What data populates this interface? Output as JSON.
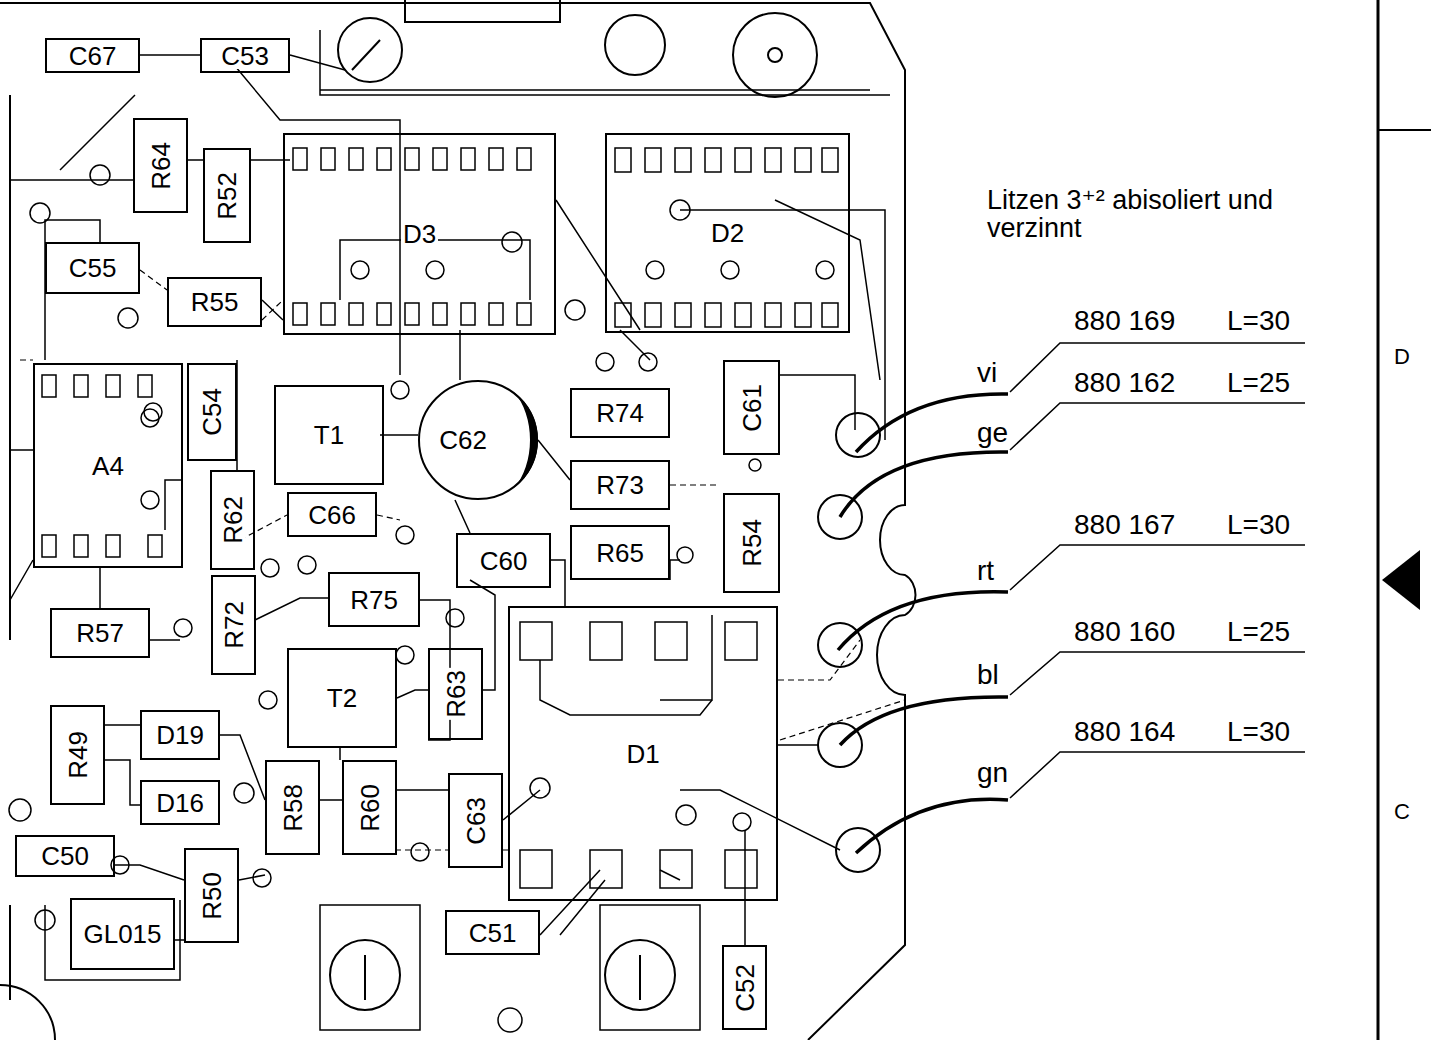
{
  "diagram": {
    "nodes": [
      {
        "text": [
          "C67"
        ]
      },
      {
        "text": [
          "C53"
        ]
      },
      {
        "text": [
          "R64"
        ]
      },
      {
        "text": [
          "R52"
        ]
      },
      {
        "text": [
          "D3"
        ]
      },
      {
        "text": [
          "D2"
        ]
      },
      {
        "text": [
          "C55"
        ]
      },
      {
        "text": [
          "R55"
        ]
      },
      {
        "text": [
          "A4"
        ]
      },
      {
        "text": [
          "C54"
        ]
      },
      {
        "text": [
          "T1"
        ]
      },
      {
        "text": [
          "C62"
        ]
      },
      {
        "text": [
          "R74"
        ]
      },
      {
        "text": [
          "C61"
        ]
      },
      {
        "text": [
          "R73"
        ]
      },
      {
        "text": [
          "R62"
        ]
      },
      {
        "text": [
          "C66"
        ]
      },
      {
        "text": [
          "R65"
        ]
      },
      {
        "text": [
          "R54"
        ]
      },
      {
        "text": [
          "C60"
        ]
      },
      {
        "text": [
          "R72"
        ]
      },
      {
        "text": [
          "R75"
        ]
      },
      {
        "text": [
          "R57"
        ]
      },
      {
        "text": [
          "T2"
        ]
      },
      {
        "text": [
          "R63"
        ]
      },
      {
        "text": [
          "D1"
        ]
      },
      {
        "text": [
          "R49"
        ]
      },
      {
        "text": [
          "D19"
        ]
      },
      {
        "text": [
          "D16"
        ]
      },
      {
        "text": [
          "R58"
        ]
      },
      {
        "text": [
          "R60"
        ]
      },
      {
        "text": [
          "C63"
        ]
      },
      {
        "text": [
          "C50"
        ]
      },
      {
        "text": [
          "R50"
        ]
      },
      {
        "text": [
          "GL015"
        ]
      },
      {
        "text": [
          "C51"
        ]
      },
      {
        "text": [
          "C52"
        ]
      }
    ],
    "labels": [
      "Litzen 3⁺² abisoliert und verzinnt",
      "vi",
      "880 169",
      "L=30",
      "ge",
      "880 162",
      "L=25",
      "rt",
      "880 167",
      "L=30",
      "bl",
      "880 160",
      "L=25",
      "gn",
      "880 164",
      "L=30",
      "D",
      "C"
    ]
  }
}
